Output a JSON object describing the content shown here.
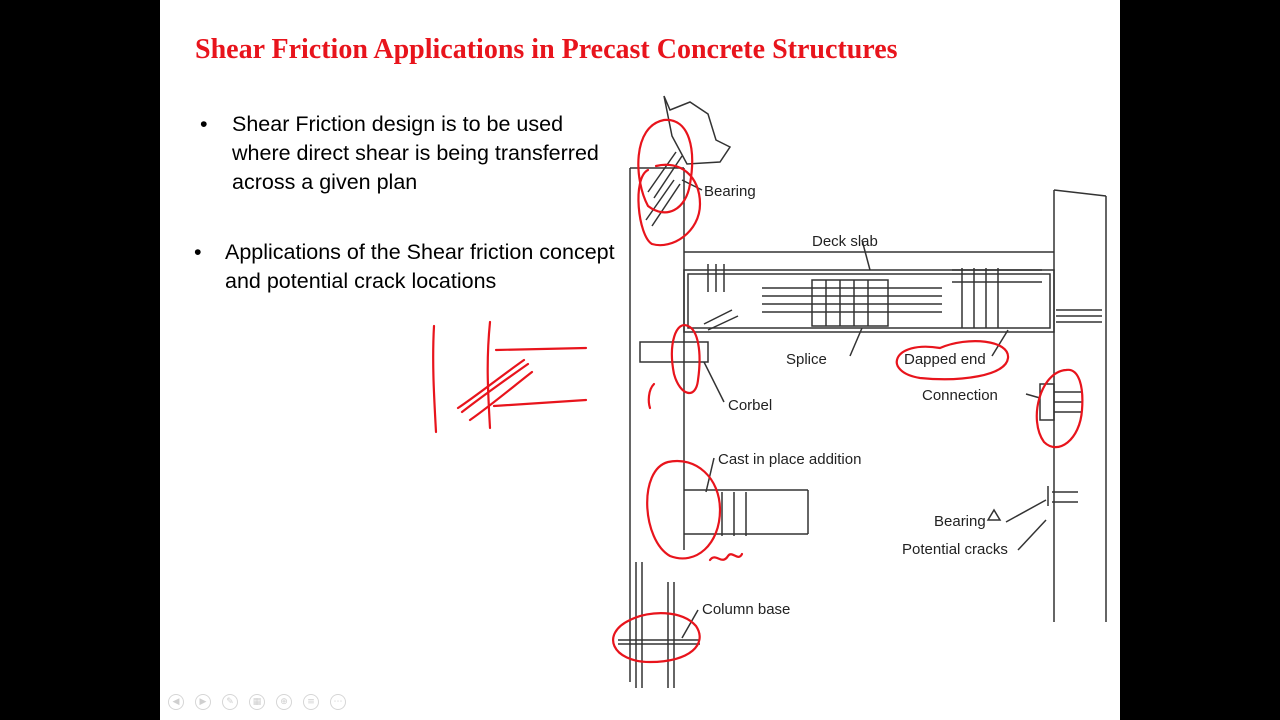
{
  "slide": {
    "title": "Shear Friction Applications in Precast Concrete Structures",
    "title_color": "#e8141c",
    "bullet_char": "•",
    "bullets": [
      "Shear Friction design is to be used where direct shear is being transferred across a given plan",
      "Applications of the Shear friction concept and potential crack locations"
    ]
  },
  "diagram": {
    "labels": {
      "bearing_top": "Bearing",
      "deck_slab": "Deck slab",
      "splice": "Splice",
      "dapped_end": "Dapped end",
      "corbel": "Corbel",
      "connection": "Connection",
      "cast_in_place": "Cast in place addition",
      "bearing_right": "Bearing",
      "potential_cracks": "Potential cracks",
      "column_base": "Column base"
    }
  },
  "annotation": {
    "ink_color": "#e8141c"
  },
  "controls": [
    {
      "name": "previous-icon",
      "glyph": "◀"
    },
    {
      "name": "next-icon",
      "glyph": "▶"
    },
    {
      "name": "pen-icon",
      "glyph": "✎"
    },
    {
      "name": "slides-icon",
      "glyph": "▦"
    },
    {
      "name": "zoom-icon",
      "glyph": "⊕"
    },
    {
      "name": "subtitle-icon",
      "glyph": "≡"
    },
    {
      "name": "more-icon",
      "glyph": "⋯"
    }
  ]
}
